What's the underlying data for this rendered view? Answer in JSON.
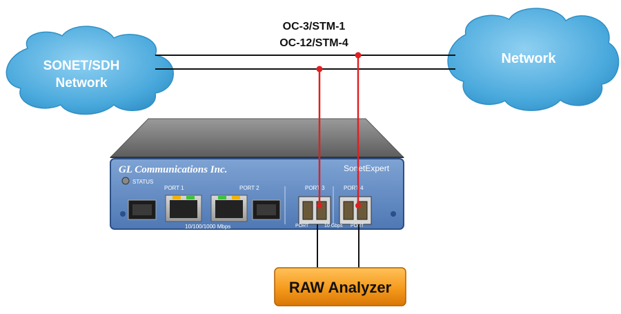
{
  "clouds": {
    "left_line1": "SONET/SDH",
    "left_line2": "Network",
    "right": "Network"
  },
  "links": {
    "label1": "OC-3/STM-1",
    "label2": "OC-12/STM-4"
  },
  "device": {
    "brand": "GL Communications Inc.",
    "model": "SonetExpert",
    "status_label": "STATUS",
    "port1": "PORT 1",
    "port2": "PORT 2",
    "port3": "PORT 3",
    "port4": "PORT 4",
    "speed_label": "10/100/1000 Mbps",
    "sfp_label_left": "PORT",
    "sfp_label_mid": "10 Gbps",
    "sfp_label_right": "PORT"
  },
  "analyzer": {
    "label": "RAW Analyzer"
  },
  "colors": {
    "cloud": "#5fb7e5",
    "tap_line": "#e02020",
    "analyzer_orange": "#f59a1c",
    "device_face": "#5b86c2"
  }
}
